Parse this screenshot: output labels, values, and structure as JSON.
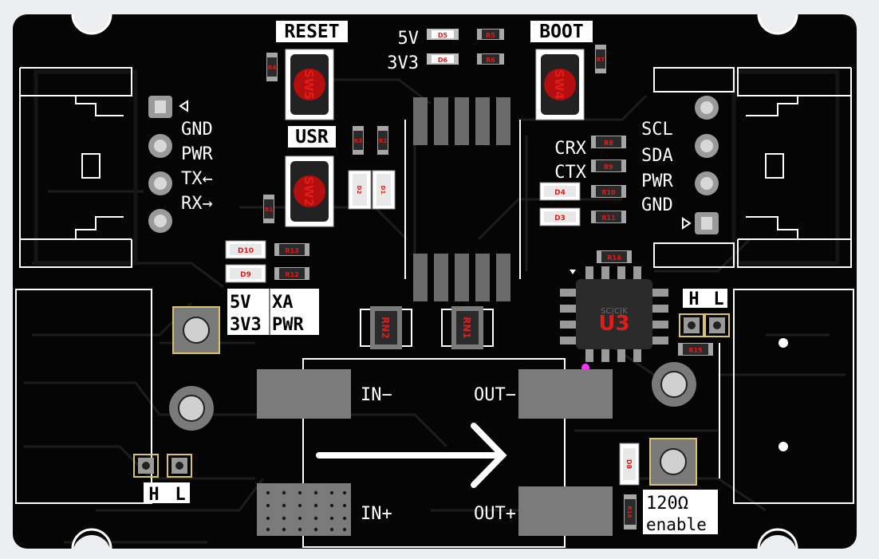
{
  "board": {
    "refs": {
      "sw_reset": "SW5",
      "sw_usr": "SW2",
      "sw_boot": "SW4",
      "u3": "U3",
      "u3_marking": "SC|C|K",
      "rn2": "RN2",
      "rn1": "RN1",
      "d5": "D5",
      "d6": "D6",
      "d10": "D10",
      "d9": "D9",
      "d2": "D2",
      "d1": "D1",
      "d4": "D4",
      "d3": "D3",
      "d8": "D8",
      "r13": "R13",
      "r12": "R12",
      "r5": "R5",
      "r6": "R6",
      "r4": "R4",
      "r7": "R7",
      "r1": "R1",
      "r3": "R3",
      "r2": "R2",
      "r11": "R11",
      "r8": "R8",
      "r9": "R9",
      "r10": "R10",
      "r14": "R14",
      "r15": "R15",
      "r16": "R16"
    },
    "labels": {
      "reset": "RESET",
      "boot": "BOOT",
      "usr": "USR",
      "v5_top": "5V",
      "v3_top": "3V3",
      "gnd_l": "GND",
      "pwr_l": "PWR",
      "tx": "TX←",
      "rx": "RX→",
      "scl": "SCL",
      "sda": "SDA",
      "pwr_r": "PWR",
      "gnd_r": "GND",
      "crx": "CRX",
      "ctx": "CTX",
      "v5_box": "5V",
      "xa_box": "XA",
      "v3_box": "3V3",
      "pwr_box": "PWR",
      "h_top": "H",
      "l_top": "L",
      "h_bot": "H",
      "l_bot": "L",
      "in_minus": "IN−",
      "out_minus": "OUT−",
      "in_plus": "IN+",
      "out_plus": "OUT+",
      "ohm": "120Ω",
      "enable": "enable"
    }
  }
}
